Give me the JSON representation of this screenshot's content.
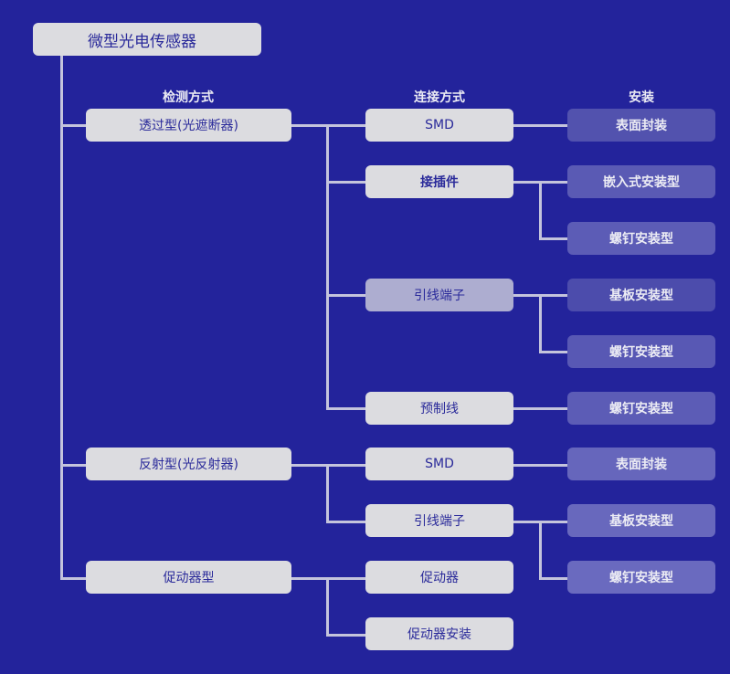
{
  "root": "微型光电传感器",
  "headers": {
    "detect": "检测方式",
    "connect": "连接方式",
    "install": "安装"
  },
  "nodes": {
    "transmissive": "透过型(光遮断器)",
    "reflective": "反射型(光反射器)",
    "actuator": "促动器型",
    "t_smd": "SMD",
    "t_connector": "接插件",
    "t_lead": "引线端子",
    "t_prewired": "预制线",
    "r_smd": "SMD",
    "r_lead": "引线端子",
    "a_actuator": "促动器",
    "a_actuator_mount": "促动器安装",
    "i1": "表面封装",
    "i2": "嵌入式安装型",
    "i3": "螺钉安装型",
    "i4": "基板安装型",
    "i5": "螺钉安装型",
    "i6": "螺钉安装型",
    "i7": "表面封装",
    "i8": "基板安装型",
    "i9": "螺钉安装型"
  },
  "colors": {
    "background": "#23239b",
    "node": "#dcdce0",
    "selected_node": "#adadd0",
    "install_node": "#5858b2"
  }
}
